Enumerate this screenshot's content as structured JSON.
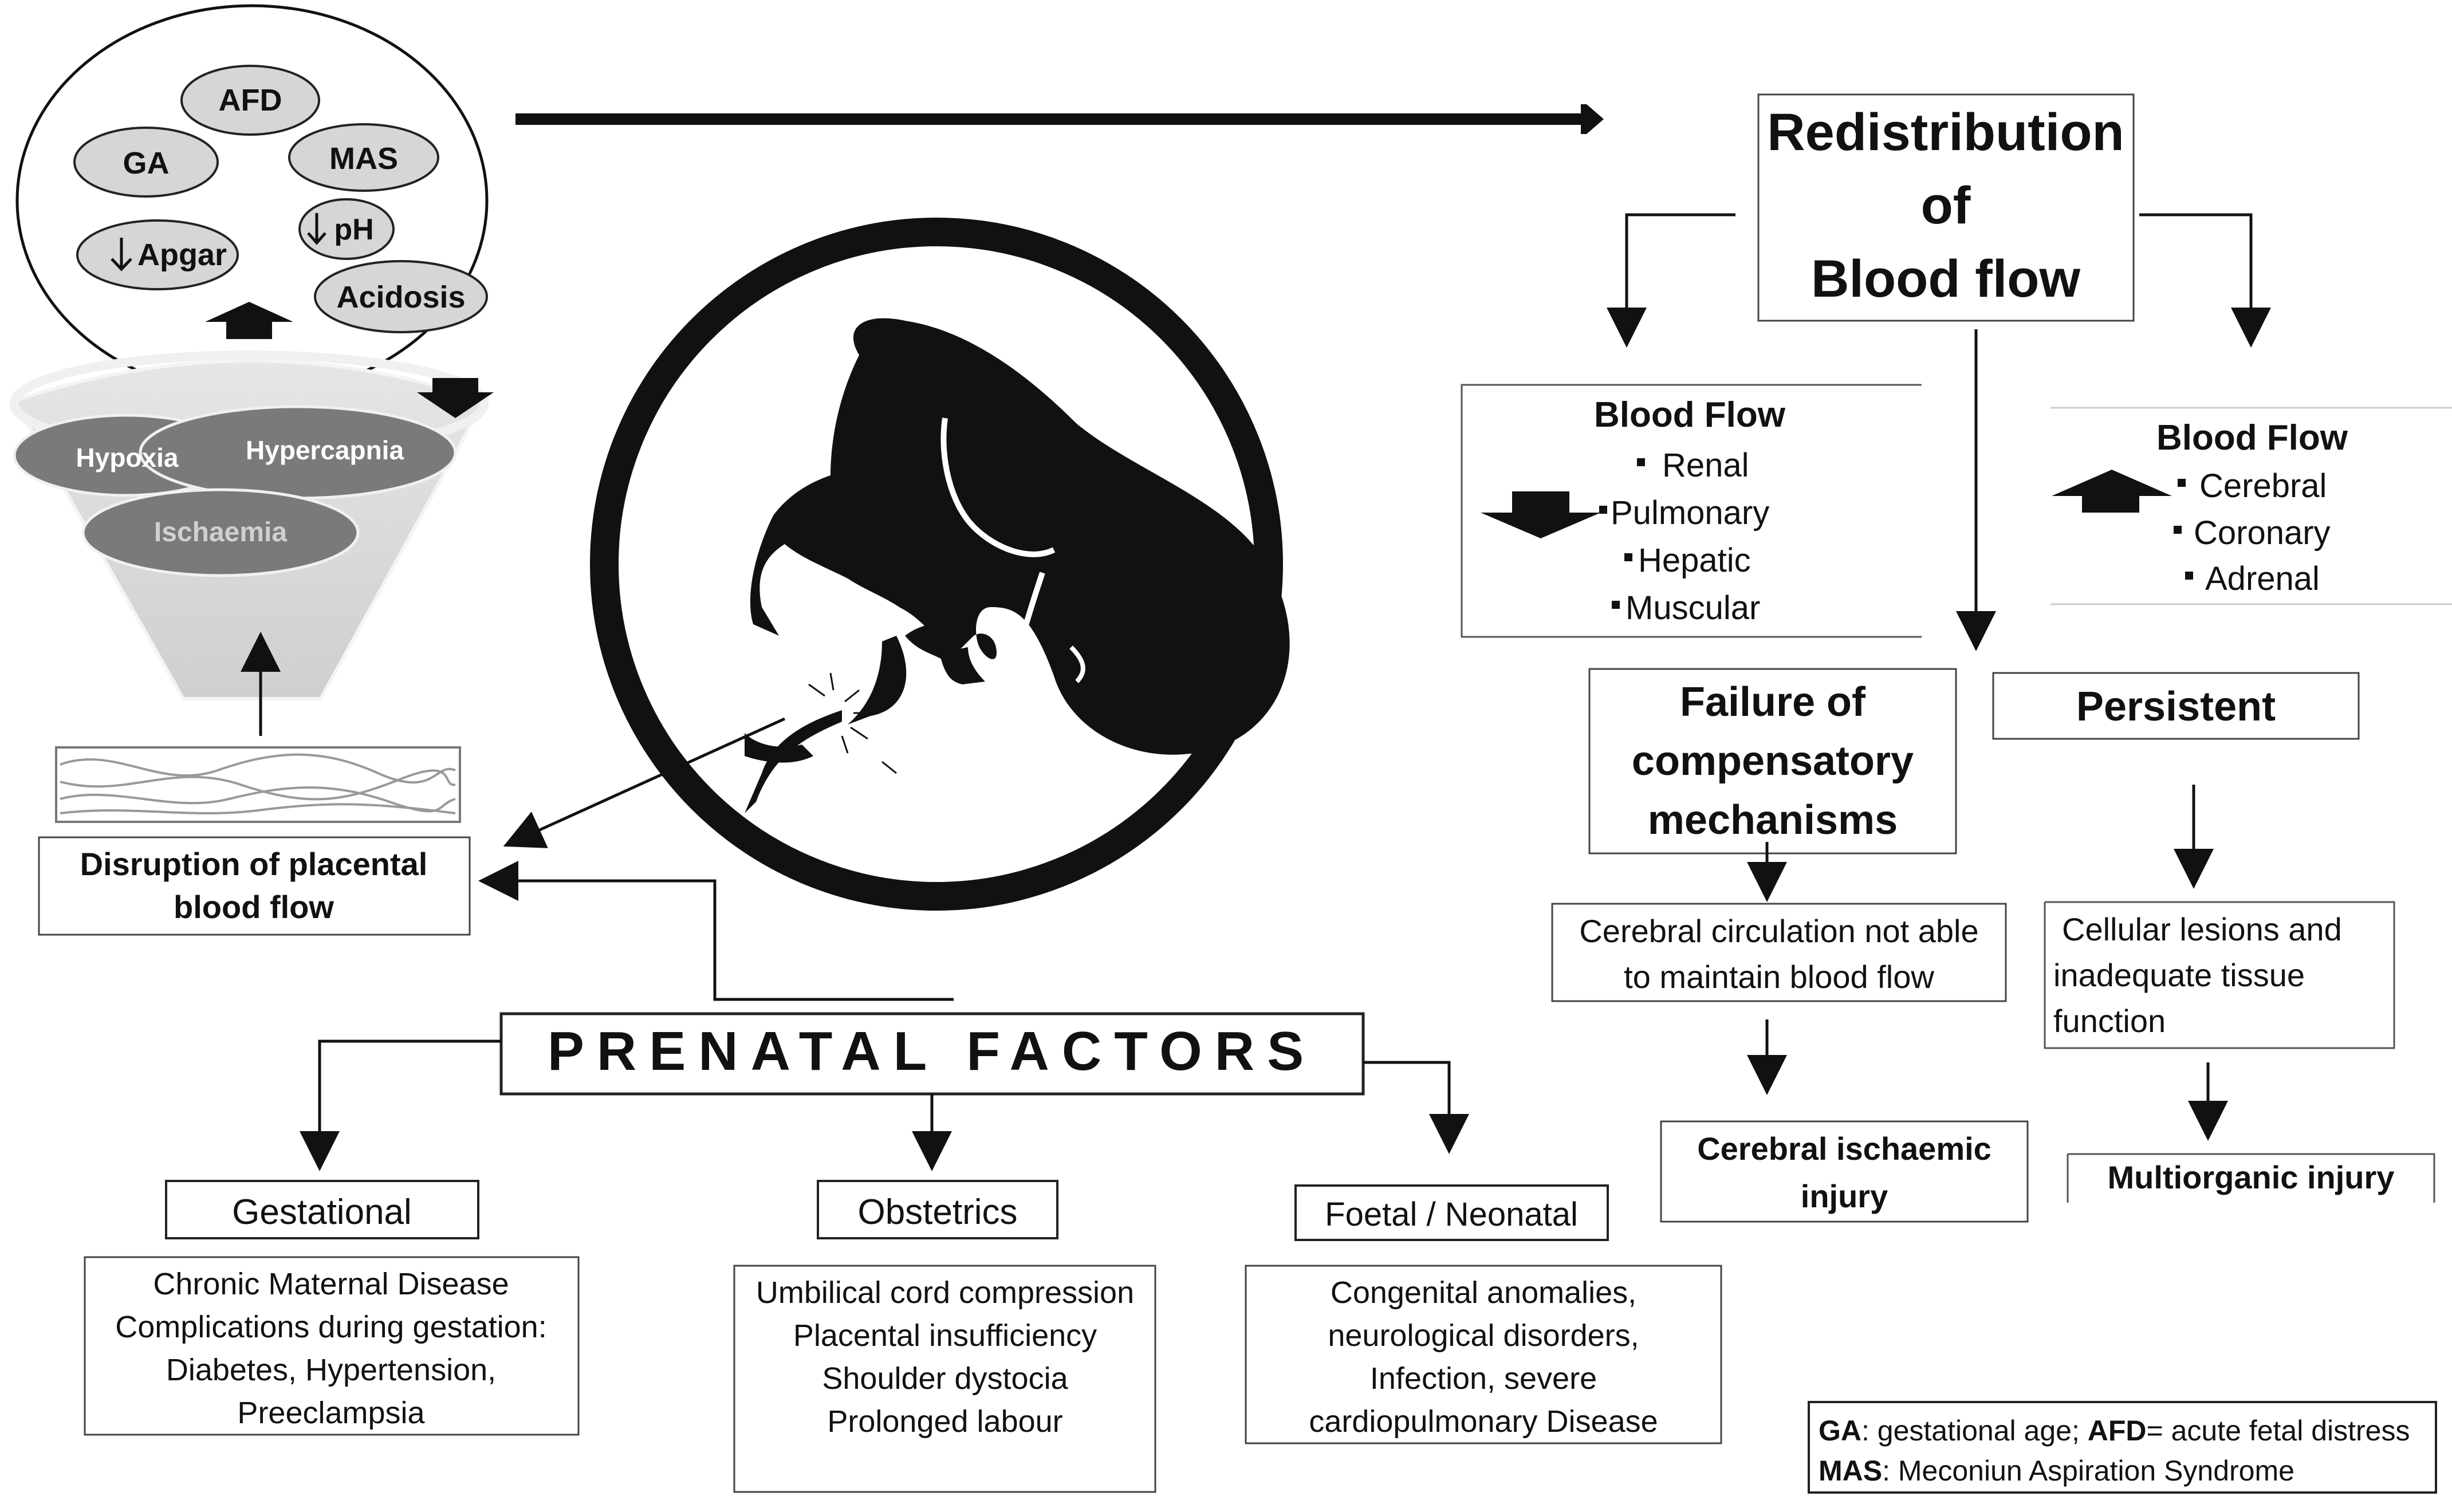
{
  "hypoxia_cloud": {
    "afd": "AFD",
    "ga": "GA",
    "mas": "MAS",
    "apgar": "Apgar",
    "ph": "pH",
    "acidosis": "Acidosis"
  },
  "funnel": {
    "hypoxia": "Hypoxia",
    "hypercapnia": "Hypercapnia",
    "ischaemia": "Ischaemia"
  },
  "disruption": {
    "line1": "Disruption of placental",
    "line2": "blood flow"
  },
  "redistribution": {
    "line1": "Redistribution",
    "line2": "of",
    "line3": "Blood flow"
  },
  "blood_flow_decrease": {
    "title": "Blood Flow",
    "items": [
      "Renal",
      "Pulmonary",
      "Hepatic",
      "Muscular"
    ]
  },
  "blood_flow_increase": {
    "title": "Blood Flow",
    "items": [
      "Cerebral",
      "Coronary",
      "Adrenal"
    ]
  },
  "failure": {
    "line1": "Failure of",
    "line2": "compensatory",
    "line3": "mechanisms"
  },
  "persistent": "Persistent",
  "cerebral_circulation": {
    "line1": "Cerebral circulation not able",
    "line2": "to maintain blood flow"
  },
  "cellular": {
    "line1": "Cellular lesions and",
    "line2": "inadequate tissue",
    "line3": "function"
  },
  "cerebral_injury": {
    "line1": "Cerebral ischaemic",
    "line2": "injury"
  },
  "multiorganic": "Multiorganic injury",
  "prenatal": "PRENATAL FACTORS",
  "gestational": {
    "title": "Gestational",
    "lines": [
      "Chronic Maternal Disease",
      "Complications during gestation:",
      "Diabetes, Hypertension,",
      "Preeclampsia"
    ]
  },
  "obstetrics": {
    "title": "Obstetrics",
    "lines": [
      "Umbilical cord compression",
      "Placental insufficiency",
      "Shoulder dystocia",
      "Prolonged labour"
    ]
  },
  "foetal": {
    "title": "Foetal / Neonatal",
    "lines": [
      "Congenital anomalies,",
      "neurological disorders,",
      "Infection,  severe",
      "cardiopulmonary Disease"
    ]
  },
  "legend": {
    "ga_abbr": "GA",
    "ga_text": ": gestational age; ",
    "afd_abbr": "AFD",
    "afd_text": "= acute fetal distress",
    "mas_abbr": "MAS",
    "mas_text": ": Meconiun Aspiration Syndrome"
  },
  "icons": {
    "down_arrow": "down-arrow-glyph",
    "fetus": "fetus-silhouette"
  }
}
